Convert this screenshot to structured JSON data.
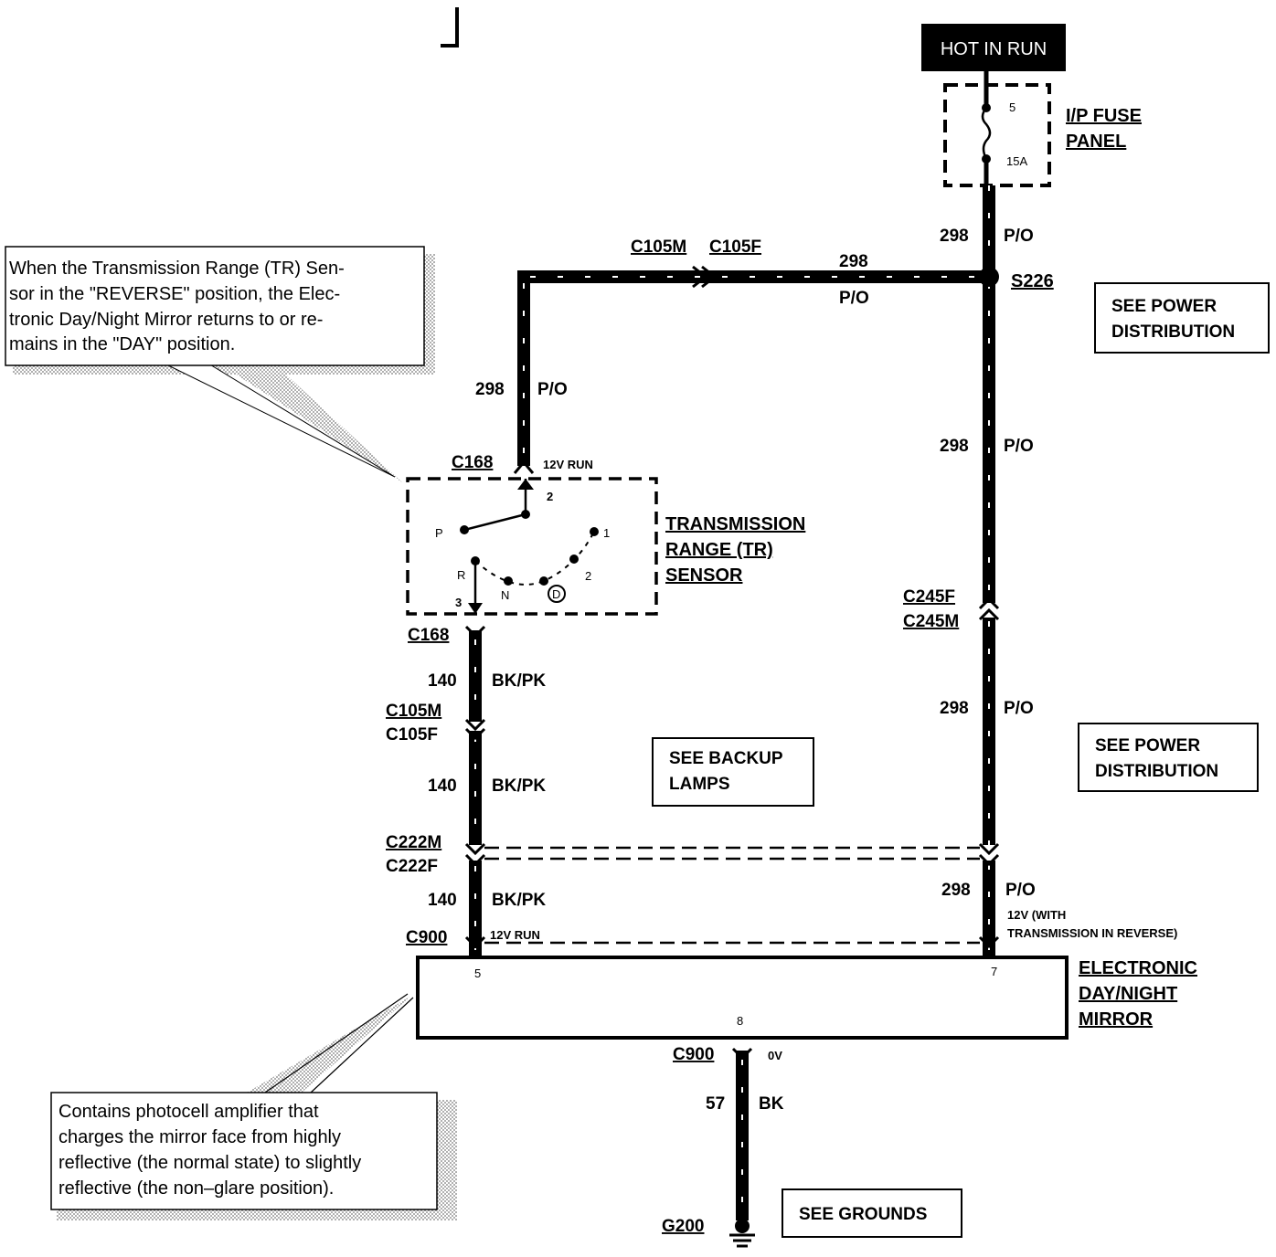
{
  "notes": {
    "top": [
      "When the Transmission Range (TR) Sen-",
      "sor in the \"REVERSE\" position, the Elec-",
      "tronic Day/Night Mirror returns to or re-",
      "mains in the \"DAY\" position."
    ],
    "bottom": [
      "Contains photocell amplifier that",
      "charges the mirror face from highly",
      "reflective (the normal state) to slightly",
      "reflective (the non–glare position)."
    ]
  },
  "power": {
    "hot_in_run": "HOT IN RUN"
  },
  "fuse": {
    "title_line1": "I/P FUSE",
    "title_line2": "PANEL",
    "number": "5",
    "rating": "15A"
  },
  "splice": {
    "name": "S226"
  },
  "see_boxes": {
    "power1": [
      "SEE POWER",
      "DISTRIBUTION"
    ],
    "power2": [
      "SEE POWER",
      "DISTRIBUTION"
    ],
    "backup": [
      "SEE BACKUP",
      "LAMPS"
    ],
    "grounds": "SEE GROUNDS"
  },
  "tr_sensor": {
    "title": [
      "TRANSMISSION",
      "RANGE (TR)",
      "SENSOR"
    ],
    "pin_in": "2",
    "pin_out": "3",
    "positions": {
      "p": "P",
      "r": "R",
      "n": "N",
      "d": "D",
      "two": "2",
      "one": "1"
    }
  },
  "mirror": {
    "title": [
      "ELECTRONIC",
      "DAY/NIGHT",
      "MIRROR"
    ],
    "pin_left": "5",
    "pin_right": "7",
    "pin_bottom": "8"
  },
  "connectors": {
    "c105m_top": "C105M",
    "c105f_top": "C105F",
    "c168_top": "C168",
    "c168_bottom": "C168",
    "c105m_left": "C105M",
    "c105f_left": "C105F",
    "c222m": "C222M",
    "c222f": "C222F",
    "c900_top": "C900",
    "c900_bottom": "C900",
    "c245f": "C245F",
    "c245m": "C245M"
  },
  "wires": {
    "w298": "298",
    "po": "P/O",
    "w140": "140",
    "bkpk": "BK/PK",
    "w57": "57",
    "bk": "BK"
  },
  "voltages": {
    "run_12v": "12V RUN",
    "rev_line1": "12V (WITH",
    "rev_line2": "TRANSMISSION IN REVERSE)",
    "zero": "0V"
  },
  "ground": {
    "name": "G200"
  }
}
